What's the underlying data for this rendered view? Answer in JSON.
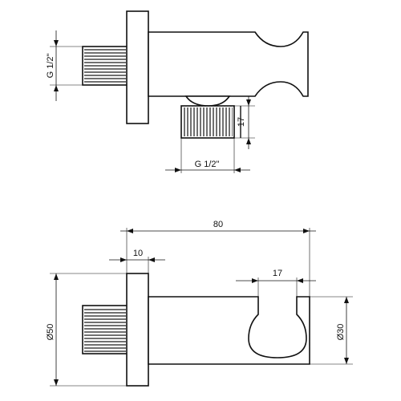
{
  "labels": {
    "thread_size_vertical": "G 1/2\"",
    "thread_size_horizontal": "G 1/2\"",
    "height_17": "17",
    "length_80": "80",
    "flange_10": "10",
    "holder_17": "17",
    "diameter_50": "Ø50",
    "diameter_30": "Ø30"
  }
}
